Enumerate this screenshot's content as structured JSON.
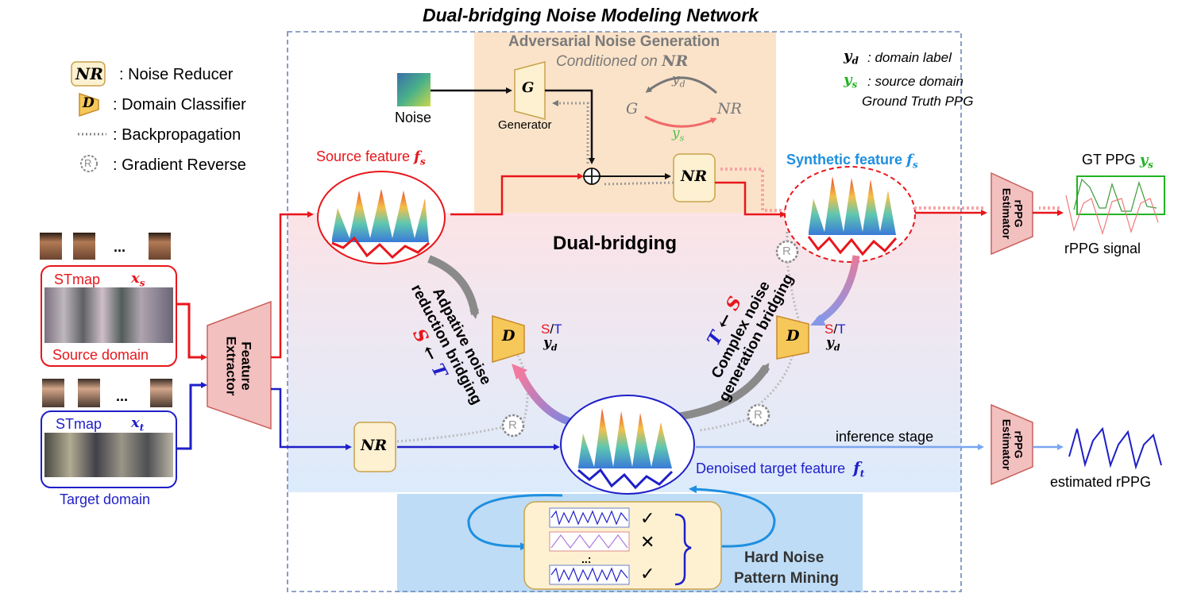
{
  "title": "Dual-bridging Noise Modeling Network",
  "legend": {
    "nr_symbol": "NR",
    "nr_text": ": Noise Reducer",
    "d_symbol": "D",
    "d_text": ": Domain Classifier",
    "bp_text": ": Backpropagation",
    "r_symbol": "R",
    "r_text": ": Gradient Reverse"
  },
  "notation": {
    "yd_symbol": "y",
    "yd_sub": "d",
    "yd_text": ": domain label",
    "ys_symbol": "y",
    "ys_sub": "s",
    "ys_text": ": source domain",
    "ys_text2": "Ground Truth PPG"
  },
  "adversarial": {
    "title": "Adversarial Noise Generation",
    "subtitle": "Conditioned on",
    "subtitle_nr": "NR",
    "noise_label": "Noise",
    "generator_label": "Generator",
    "g_symbol": "G",
    "nr_symbol": "NR",
    "yd_symbol": "y",
    "yd_sub": "d",
    "ys_symbol": "y",
    "ys_sub": "s"
  },
  "source": {
    "faces_dots": "...",
    "stmap_label": "STmap",
    "x_symbol": "x",
    "x_sub": "s",
    "domain_label": "Source domain",
    "feature_label": "Source feature",
    "f_symbol": "f",
    "f_sub": "s"
  },
  "target": {
    "faces_dots": "...",
    "stmap_label": "STmap",
    "x_symbol": "x",
    "x_sub": "t",
    "domain_label": "Target domain",
    "denoised_label": "Denoised target feature",
    "f_symbol": "f",
    "f_sub": "t"
  },
  "feature_extractor": "Feature Extractor",
  "synthetic_label": "Synthetic feature",
  "synthetic_f": "f",
  "synthetic_sub": "s",
  "nr_symbol": "NR",
  "d_symbol": "D",
  "r_symbol": "R",
  "dual_bridging": "Dual-bridging",
  "left_bridge": {
    "line1": "Adpative noise",
    "line2": "reduction bridging",
    "s": "S",
    "arrow": "←",
    "t": "T",
    "s_label": "S",
    "slash": "/",
    "t_label": "T",
    "yd_symbol": "y",
    "yd_sub": "d"
  },
  "right_bridge": {
    "line1": "Complex noise",
    "line2": "generation bridging",
    "t": "T",
    "arrow": "←",
    "s": "S",
    "s_label": "S",
    "slash": "/",
    "t_label": "T",
    "yd_symbol": "y",
    "yd_sub": "d"
  },
  "estimator": "rPPG Estimator",
  "gt_ppg": "GT PPG",
  "gt_ys_symbol": "y",
  "gt_ys_sub": "s",
  "rppg_signal": "rPPG signal",
  "inference_stage": "inference stage",
  "estimated_rppg": "estimated rPPG",
  "hard_noise": {
    "line1": "Hard Noise",
    "line2": "Pattern Mining",
    "dots": "..:",
    "check": "✓",
    "cross": "✕"
  },
  "colors": {
    "source_red": "#e8161b",
    "target_blue": "#1f1fc8",
    "synthetic_blue": "#1e8fe0",
    "ys_green": "#22b322",
    "nr_fill": "#fdf1d2",
    "nr_stroke": "#c9a24a",
    "estimator_fill": "#f3c0c0",
    "adversarial_bg": "#fbe3c9",
    "hard_noise_bg": "#bedcf5"
  }
}
